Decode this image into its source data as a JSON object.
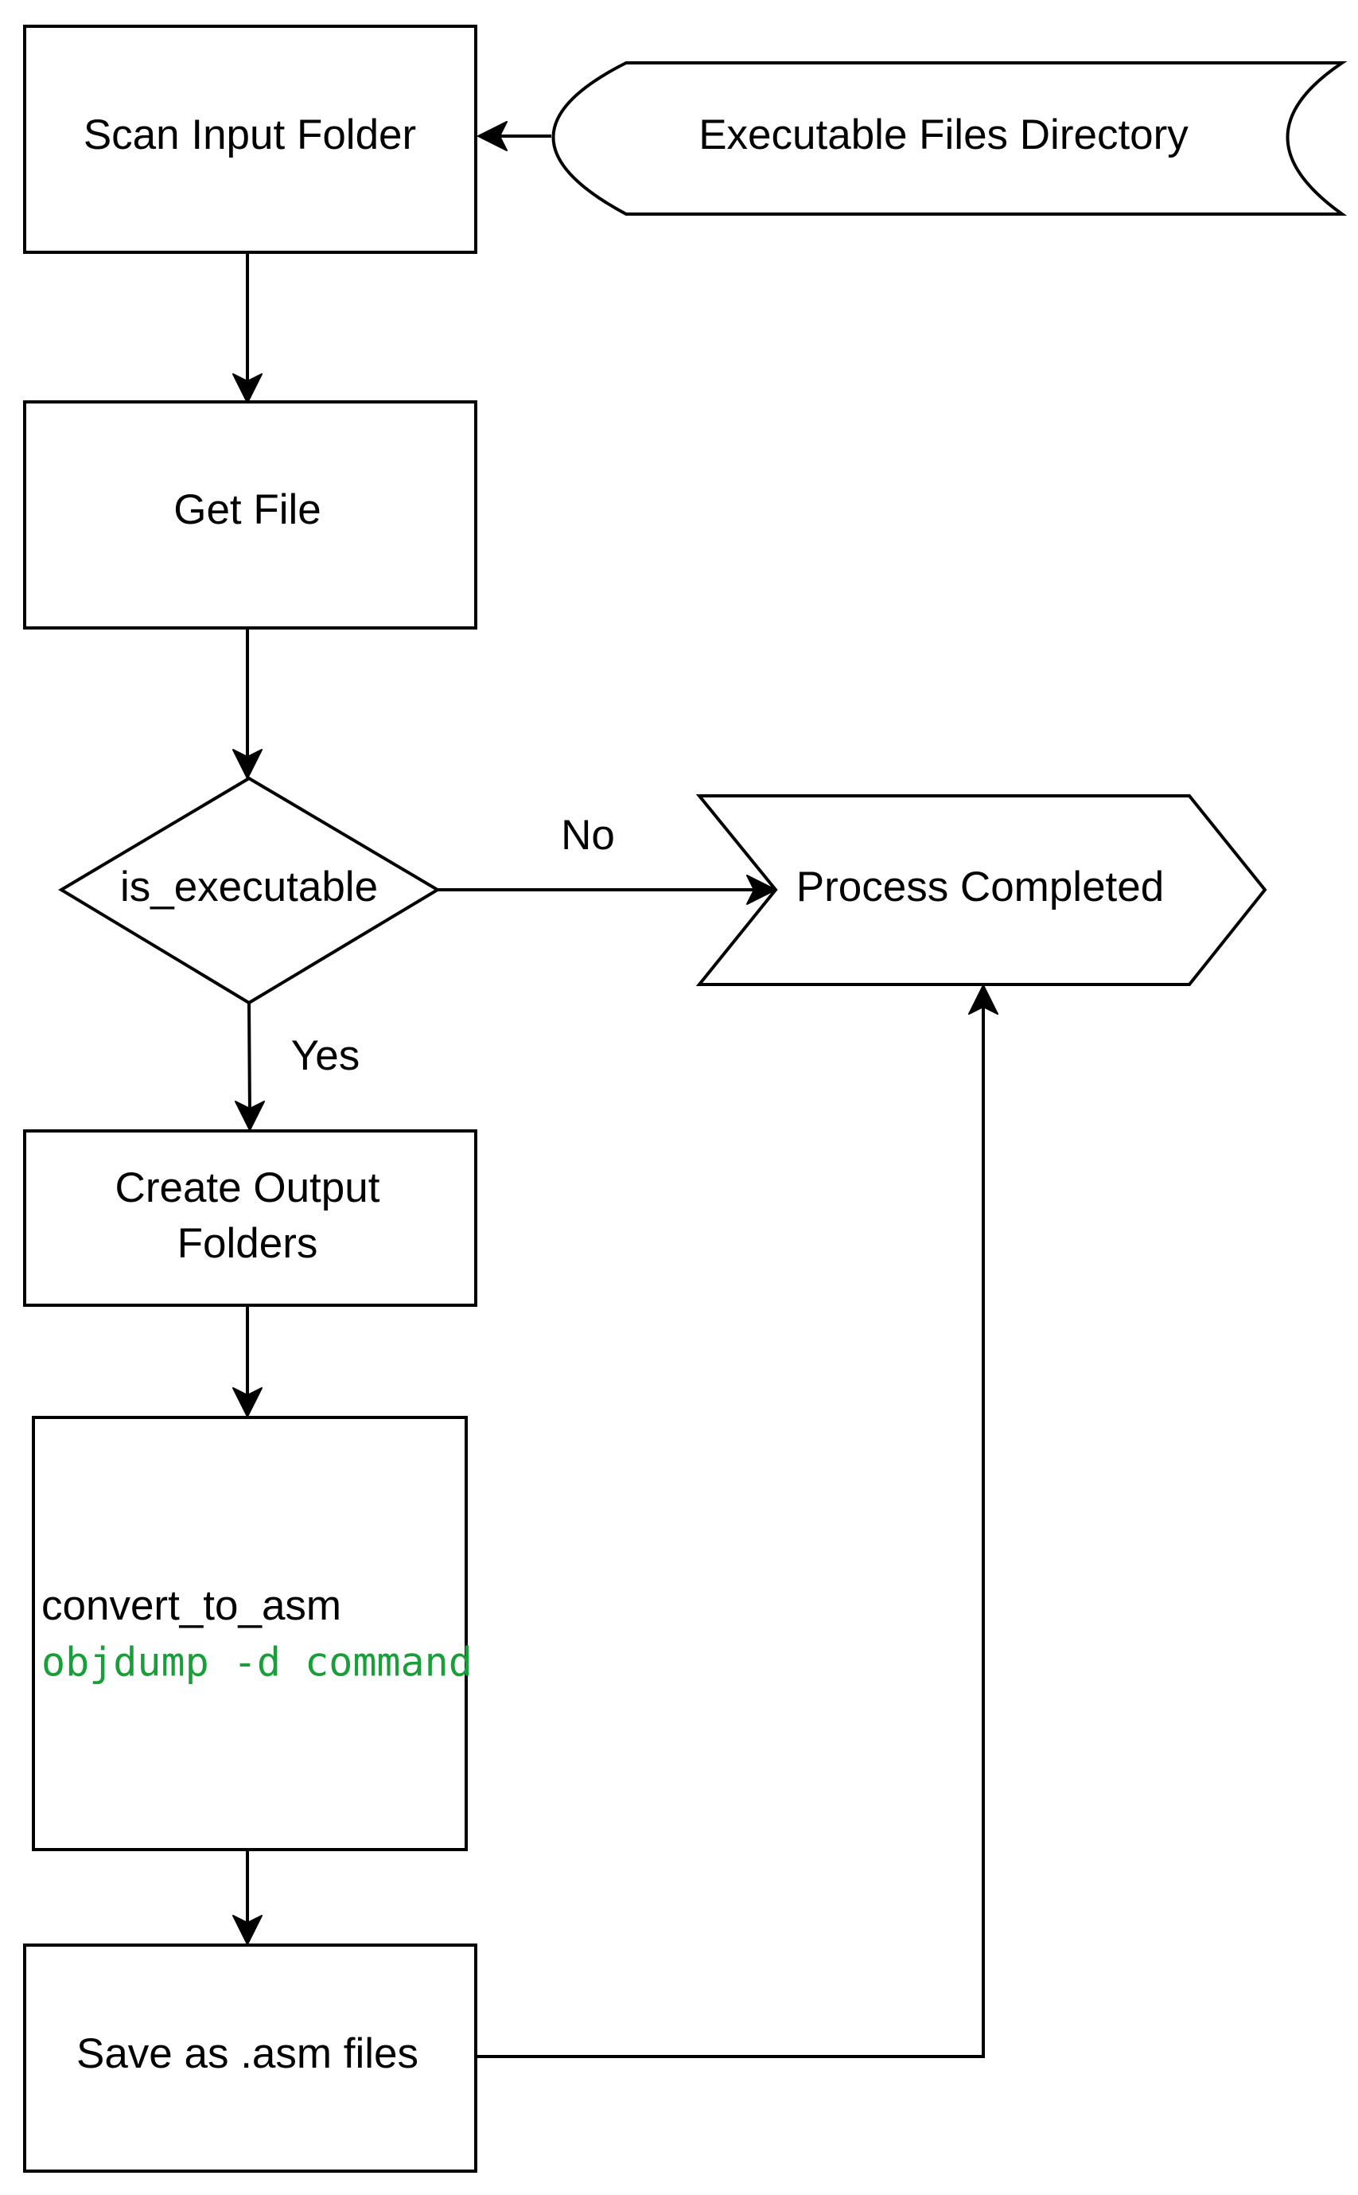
{
  "nodes": {
    "scan_input_folder": {
      "label": "Scan Input Folder"
    },
    "executable_files_directory": {
      "label": "Executable Files Directory"
    },
    "get_file": {
      "label": "Get File"
    },
    "is_executable": {
      "label": "is_executable"
    },
    "process_completed": {
      "label": "Process Completed"
    },
    "create_output_folders": {
      "label_line1": "Create Output",
      "label_line2": "Folders"
    },
    "convert_to_asm": {
      "label": "convert_to_asm",
      "command": "objdump -d command"
    },
    "save_as_asm_files": {
      "label": "Save as .asm files"
    }
  },
  "edges": {
    "no_label": "No",
    "yes_label": "Yes"
  },
  "colors": {
    "stroke": "#000000",
    "fill": "#ffffff",
    "command_text": "#1a9e3a"
  }
}
